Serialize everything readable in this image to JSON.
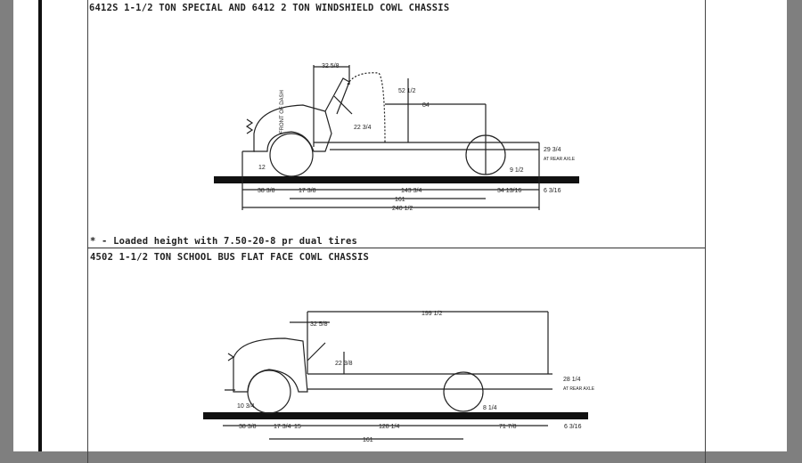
{
  "section1": {
    "title": "6412S 1-1/2 TON SPECIAL AND 6412 2 TON WINDSHIELD COWL CHASSIS",
    "dims": {
      "cab_w": "32 5/8",
      "cab_h": "52 1/2",
      "to_axle": "84",
      "seat": "22 3/4",
      "ground": "12",
      "frame_h": "29 3/4",
      "rear_axle": "AT REAR AXLE",
      "axle_drop": "9 1/2",
      "front": "38 3/8",
      "f2": "17 3/8",
      "mid": "143 3/4",
      "rear": "34 13/16",
      "overhang": "6 3/16",
      "wheelbase": "161",
      "overall": "240 1/2",
      "dash": "FRONT OF DASH"
    },
    "footnote": "* - Loaded height with 7.50-20-8 pr dual tires"
  },
  "section2": {
    "title": "4502 1-1/2 TON SCHOOL BUS FLAT FACE COWL CHASSIS",
    "dims": {
      "top": "199 1/2",
      "cab_w": "32 5/8",
      "seat": "22 3/8",
      "ground": "10 3/4",
      "frame_h": "28 1/4",
      "rear_axle": "AT REAR AXLE",
      "axle_drop": "8 1/4",
      "front": "38 3/8",
      "f2": "17 3/4",
      "f3": "15",
      "mid": "128 1/4",
      "rear": "71 7/8",
      "overhang": "6 3/16",
      "wheelbase": "161"
    }
  }
}
